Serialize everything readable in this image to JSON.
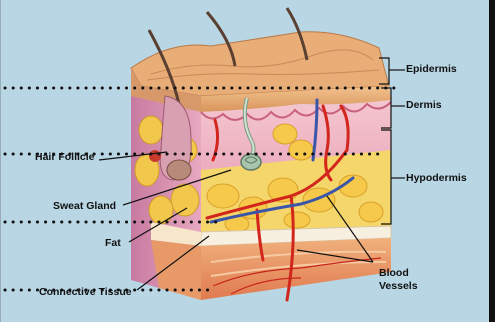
{
  "labels": {
    "epidermis": "Epidermis",
    "dermis": "Dermis",
    "hypodermis": "Hypodermis",
    "hair_follicle": "Hair Follicle",
    "sweat_gland": "Sweat Gland",
    "fat": "Fat",
    "connective_tissue": "Connective Tissue",
    "blood_vessels_line1": "Blood",
    "blood_vessels_line2": "Vessels"
  },
  "colors": {
    "background": "#b8d6e4",
    "epidermis": "#e7b27a",
    "dermis": "#f0b8c4",
    "fat": "#f2cf5a",
    "artery": "#d2261c",
    "vein": "#3a56a8",
    "hair": "#5a4030"
  }
}
